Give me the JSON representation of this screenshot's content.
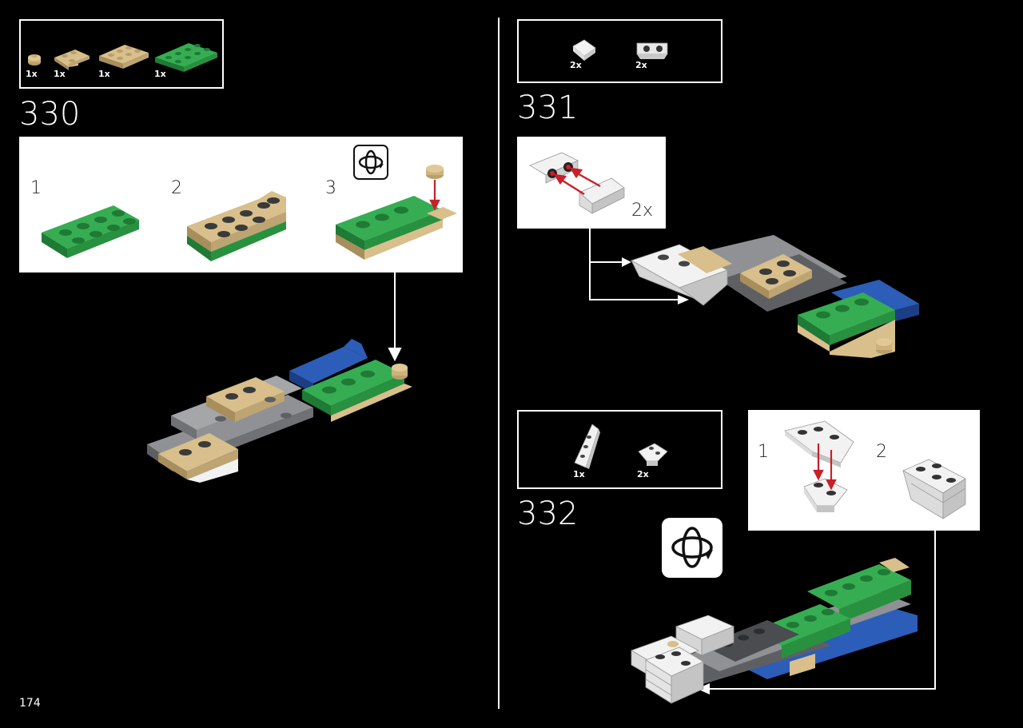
{
  "page": {
    "number": "174"
  },
  "steps": [
    {
      "number": "330",
      "parts": [
        {
          "qty": "1x",
          "part": "tan-round-plate-1x1"
        },
        {
          "qty": "1x",
          "part": "tan-corner-plate"
        },
        {
          "qty": "1x",
          "part": "tan-plate-2x3"
        },
        {
          "qty": "1x",
          "part": "green-plate-2x4"
        }
      ],
      "substeps": [
        "1",
        "2",
        "3"
      ],
      "rotate_icon": "rotate-icon"
    },
    {
      "number": "331",
      "parts": [
        {
          "qty": "2x",
          "part": "white-slope"
        },
        {
          "qty": "2x",
          "part": "white-bracket-headlights"
        }
      ],
      "callout_multiplier": "2x"
    },
    {
      "number": "332",
      "parts": [
        {
          "qty": "1x",
          "part": "white-wedge-plate"
        },
        {
          "qty": "2x",
          "part": "white-corner-wedge"
        }
      ],
      "substeps": [
        "1",
        "2"
      ],
      "rotate_icon": "rotate-icon"
    }
  ],
  "colors": {
    "green": "#2a9a42",
    "tan": "#d9c08c",
    "blue": "#2c5db8",
    "gray": "#8f9194",
    "white": "#f2f2f2",
    "arrow_red": "#c8202a"
  }
}
